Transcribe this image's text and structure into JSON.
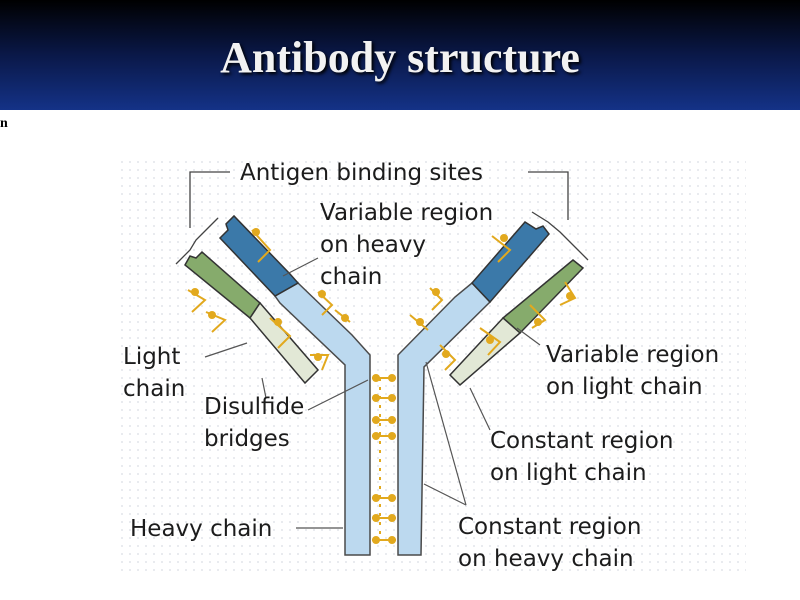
{
  "slide": {
    "title": "Antibody structure",
    "stray_text": "n"
  },
  "diagram": {
    "labels": {
      "antigen_binding_sites": "Antigen binding sites",
      "variable_region_heavy": [
        "Variable region",
        "on heavy",
        "chain"
      ],
      "light_chain": [
        "Light",
        "chain"
      ],
      "disulfide_bridges": [
        "Disulfide",
        "bridges"
      ],
      "variable_region_light": [
        "Variable region",
        "on light chain"
      ],
      "constant_region_light": [
        "Constant region",
        "on light chain"
      ],
      "heavy_chain": "Heavy chain",
      "constant_region_heavy": [
        "Constant region",
        "on heavy chain"
      ]
    },
    "bond_symbol": "s"
  },
  "colors": {
    "heavy_constant": "#bcd9ef",
    "heavy_variable": "#3b79a9",
    "light_variable": "#86ab6c",
    "light_constant": "#e2e8d6",
    "bond": "#e2a91e",
    "dot_grid": "#d9dde3"
  }
}
